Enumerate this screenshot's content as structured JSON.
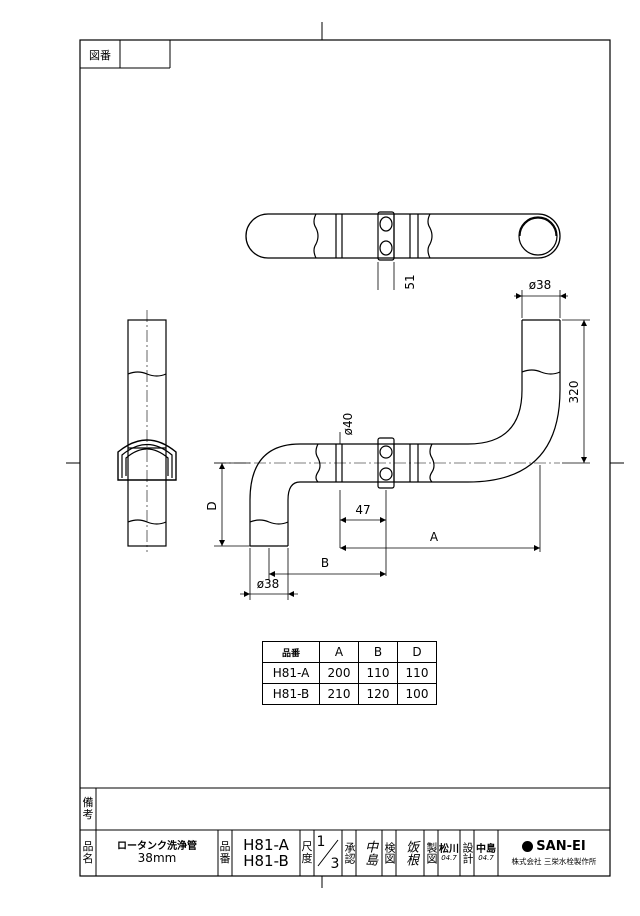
{
  "header": {
    "drawing_no_label": "図番"
  },
  "labels": {
    "dim_51": "51",
    "dim_phi38_top": "ø38",
    "dim_320": "320",
    "dim_phi40": "ø40",
    "dim_47": "47",
    "dim_A": "A",
    "dim_B": "B",
    "dim_D": "D",
    "dim_phi38_bottom": "ø38"
  },
  "spec_table": {
    "headers": [
      "品番",
      "A",
      "B",
      "D"
    ],
    "rows": [
      [
        "H81-A",
        "200",
        "110",
        "110"
      ],
      [
        "H81-B",
        "210",
        "120",
        "100"
      ]
    ]
  },
  "title_block": {
    "remarks_label_1": "備",
    "remarks_label_2": "考",
    "name_label_1": "品",
    "name_label_2": "名",
    "product_name": "ロータンク洗浄管",
    "product_size": "38mm",
    "part_label_1": "品",
    "part_label_2": "番",
    "part_no_1": "H81-A",
    "part_no_2": "H81-B",
    "scale_label_1": "尺",
    "scale_label_2": "度",
    "scale_num": "1",
    "scale_den": "3",
    "approve_label": "承認",
    "inspect_label": "検図",
    "make_label": "製図",
    "design_label": "設計",
    "sig_approve": "中島",
    "sig_inspect": "饭根",
    "sig_make_name": "松川",
    "sig_make_date": "04.7",
    "sig_design_name": "中島",
    "sig_design_date": "04.7",
    "company_logo": "SAN-EI",
    "company_name": "株式会社 三栄水栓製作所"
  }
}
